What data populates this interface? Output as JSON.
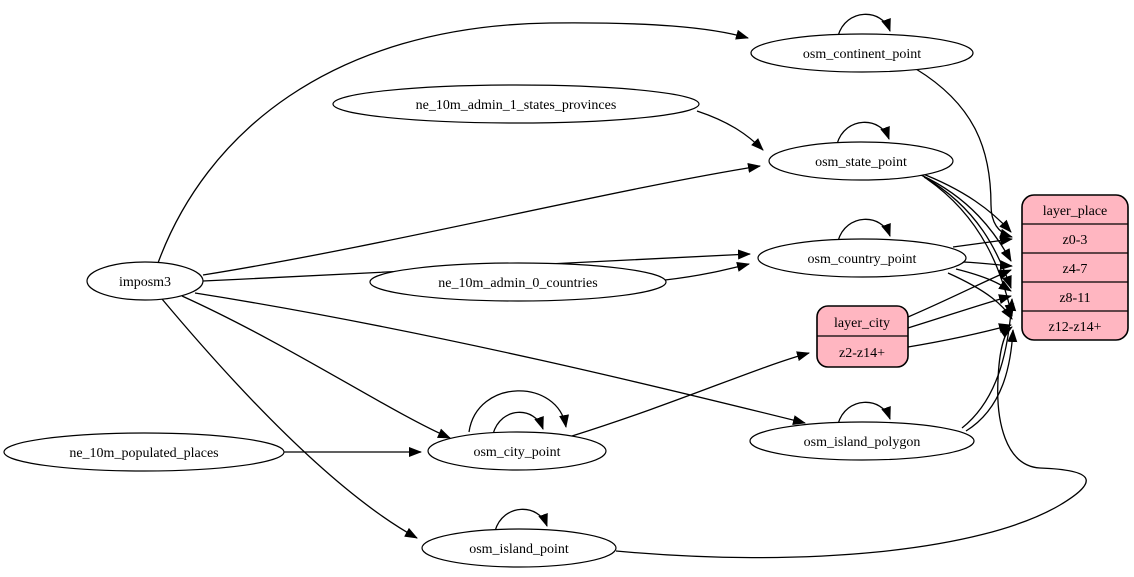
{
  "diagram": {
    "colors": {
      "record_fill": "#ffb6c1",
      "node_fill": "#ffffff",
      "stroke": "#000000",
      "background": "#ffffff"
    },
    "nodes": {
      "imposm3": {
        "label": "imposm3"
      },
      "ne_10m_admin_1_states_provinces": {
        "label": "ne_10m_admin_1_states_provinces"
      },
      "ne_10m_admin_0_countries": {
        "label": "ne_10m_admin_0_countries"
      },
      "ne_10m_populated_places": {
        "label": "ne_10m_populated_places"
      },
      "osm_continent_point": {
        "label": "osm_continent_point"
      },
      "osm_state_point": {
        "label": "osm_state_point"
      },
      "osm_country_point": {
        "label": "osm_country_point"
      },
      "osm_city_point": {
        "label": "osm_city_point"
      },
      "osm_island_polygon": {
        "label": "osm_island_polygon"
      },
      "osm_island_point": {
        "label": "osm_island_point"
      }
    },
    "records": {
      "layer_place": {
        "title": "layer_place",
        "rows": [
          "z0-3",
          "z4-7",
          "z8-11",
          "z12-z14+"
        ]
      },
      "layer_city": {
        "title": "layer_city",
        "rows": [
          "z2-z14+"
        ]
      }
    },
    "edges": [
      {
        "from": "imposm3",
        "to": "osm_continent_point"
      },
      {
        "from": "imposm3",
        "to": "osm_state_point"
      },
      {
        "from": "imposm3",
        "to": "osm_country_point"
      },
      {
        "from": "imposm3",
        "to": "osm_city_point"
      },
      {
        "from": "imposm3",
        "to": "osm_island_polygon"
      },
      {
        "from": "imposm3",
        "to": "osm_island_point"
      },
      {
        "from": "ne_10m_admin_1_states_provinces",
        "to": "osm_state_point"
      },
      {
        "from": "ne_10m_admin_0_countries",
        "to": "osm_country_point"
      },
      {
        "from": "ne_10m_populated_places",
        "to": "osm_city_point"
      },
      {
        "from": "osm_continent_point",
        "to": "osm_continent_point"
      },
      {
        "from": "osm_state_point",
        "to": "osm_state_point"
      },
      {
        "from": "osm_country_point",
        "to": "osm_country_point"
      },
      {
        "from": "osm_city_point",
        "to": "osm_city_point"
      },
      {
        "from": "osm_city_point",
        "to": "osm_city_point"
      },
      {
        "from": "osm_island_polygon",
        "to": "osm_island_polygon"
      },
      {
        "from": "osm_island_point",
        "to": "osm_island_point"
      },
      {
        "from": "osm_continent_point",
        "to": "layer_place:z0-3"
      },
      {
        "from": "osm_state_point",
        "to": "layer_place:z0-3"
      },
      {
        "from": "osm_state_point",
        "to": "layer_place:z4-7"
      },
      {
        "from": "osm_state_point",
        "to": "layer_place:z8-11"
      },
      {
        "from": "osm_state_point",
        "to": "layer_place:z12-z14+"
      },
      {
        "from": "osm_country_point",
        "to": "layer_place:z0-3"
      },
      {
        "from": "osm_country_point",
        "to": "layer_place:z4-7"
      },
      {
        "from": "osm_country_point",
        "to": "layer_place:z8-11"
      },
      {
        "from": "osm_country_point",
        "to": "layer_place:z12-z14+"
      },
      {
        "from": "layer_city",
        "to": "layer_place:z4-7"
      },
      {
        "from": "layer_city",
        "to": "layer_place:z8-11"
      },
      {
        "from": "layer_city",
        "to": "layer_place:z12-z14+"
      },
      {
        "from": "osm_island_polygon",
        "to": "layer_place:z8-11"
      },
      {
        "from": "osm_island_polygon",
        "to": "layer_place:z12-z14+"
      },
      {
        "from": "osm_island_point",
        "to": "layer_place:z12-z14+"
      },
      {
        "from": "osm_city_point",
        "to": "layer_city:z2-z14+"
      }
    ]
  }
}
